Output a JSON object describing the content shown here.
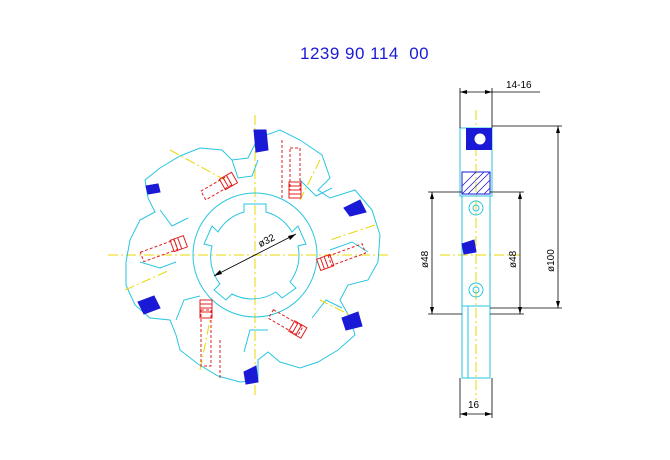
{
  "title": "1239 90 114  00",
  "dimensions": {
    "bore": "ø32",
    "width_top": "14-16",
    "width_bottom": "16",
    "hub_left": "ø48",
    "hub_right": "ø48",
    "outer": "ø100"
  },
  "colors": {
    "outline": "#29c6e0",
    "hidden": "#e02020",
    "centerline": "#e8d800",
    "insert": "#1a1ad6",
    "dimension": "#000000"
  }
}
